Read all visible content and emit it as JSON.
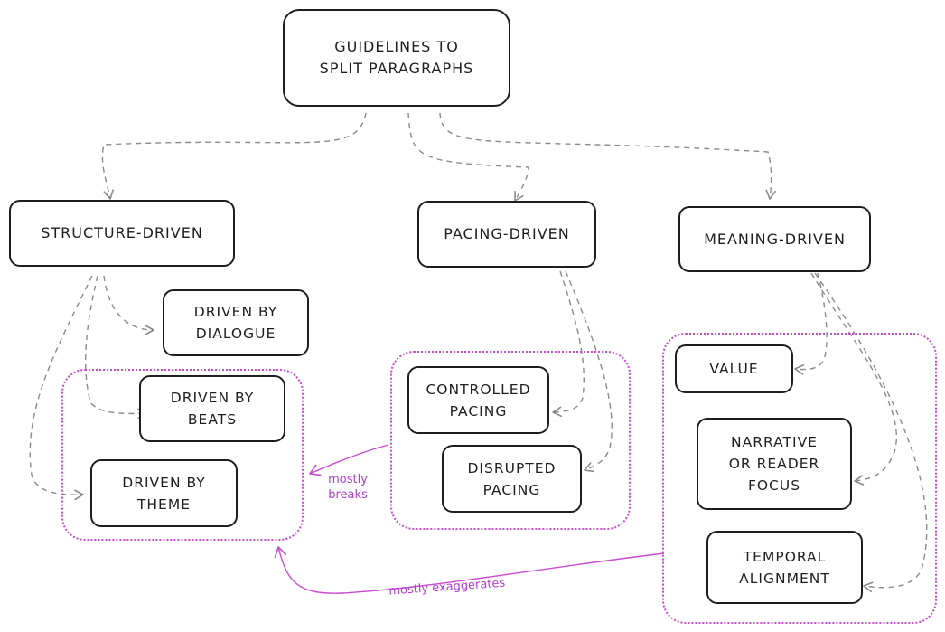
{
  "root": {
    "label": "GUIDELINES TO\nSPLIT PARAGRAPHS"
  },
  "categories": [
    {
      "label": "STRUCTURE-DRIVEN"
    },
    {
      "label": "PACING-DRIVEN"
    },
    {
      "label": "MEANING-DRIVEN"
    }
  ],
  "structure_items": [
    {
      "label": "DRIVEN BY\nDIALOGUE"
    },
    {
      "label": "DRIVEN BY\nBEATS"
    },
    {
      "label": "DRIVEN BY\nTHEME"
    }
  ],
  "pacing_items": [
    {
      "label": "CONTROLLED\nPACING"
    },
    {
      "label": "DISRUPTED\nPACING"
    }
  ],
  "meaning_items": [
    {
      "label": "VALUE"
    },
    {
      "label": "NARRATIVE\nOR READER\nFOCUS"
    },
    {
      "label": "TEMPORAL\nALIGNMENT"
    }
  ],
  "annotations": {
    "breaks": "mostly\nbreaks",
    "exaggerates": "mostly exaggerates"
  },
  "colors": {
    "stroke": "#1e1e1e",
    "connector": "#8a8a8a",
    "accent": "#c94bd1"
  }
}
